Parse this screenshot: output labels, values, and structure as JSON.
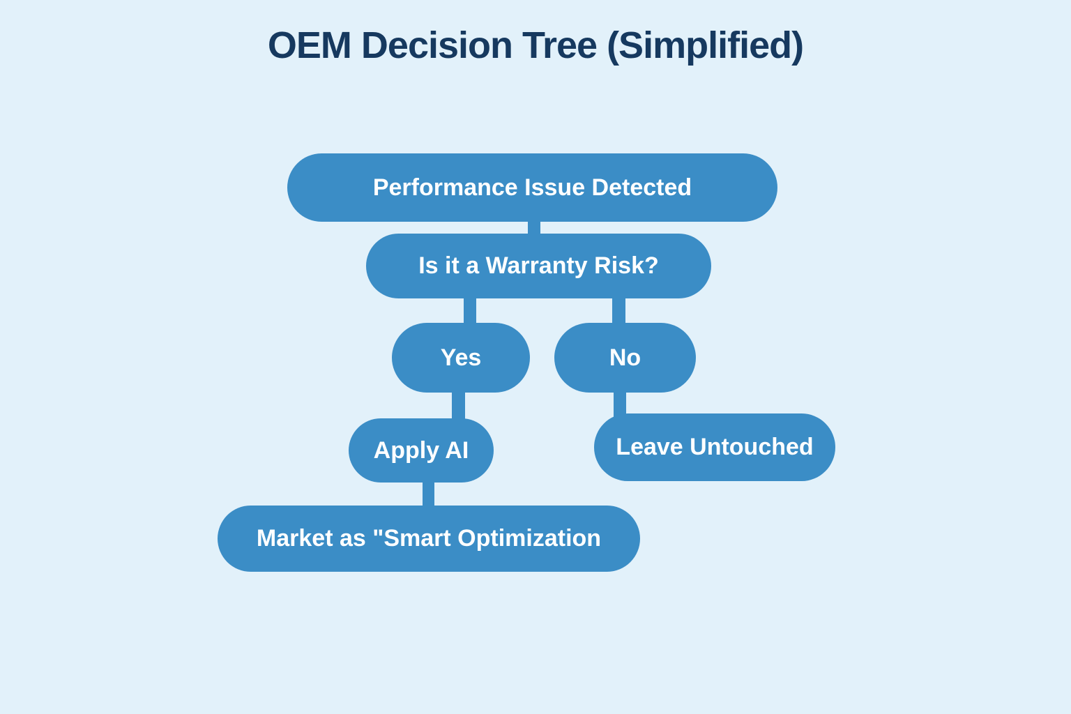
{
  "title": "OEM Decision Tree (Simplified)",
  "colors": {
    "background": "#e2f1fa",
    "node_fill": "#3b8dc6",
    "node_text": "#ffffff",
    "title_text": "#16395f"
  },
  "diagram": {
    "type": "decision-tree",
    "nodes": [
      {
        "id": "root",
        "label": "Performance Issue Detected"
      },
      {
        "id": "question",
        "label": "Is it a Warranty Risk?"
      },
      {
        "id": "yes",
        "label": "Yes"
      },
      {
        "id": "no",
        "label": "No"
      },
      {
        "id": "apply-ai",
        "label": "Apply AI"
      },
      {
        "id": "leave-untouched",
        "label": "Leave Untouched"
      },
      {
        "id": "market",
        "label": "Market as \"Smart Optimization"
      }
    ],
    "edges": [
      {
        "from": "root",
        "to": "question"
      },
      {
        "from": "question",
        "to": "yes"
      },
      {
        "from": "question",
        "to": "no"
      },
      {
        "from": "yes",
        "to": "apply-ai"
      },
      {
        "from": "no",
        "to": "leave-untouched"
      },
      {
        "from": "apply-ai",
        "to": "market"
      }
    ]
  }
}
